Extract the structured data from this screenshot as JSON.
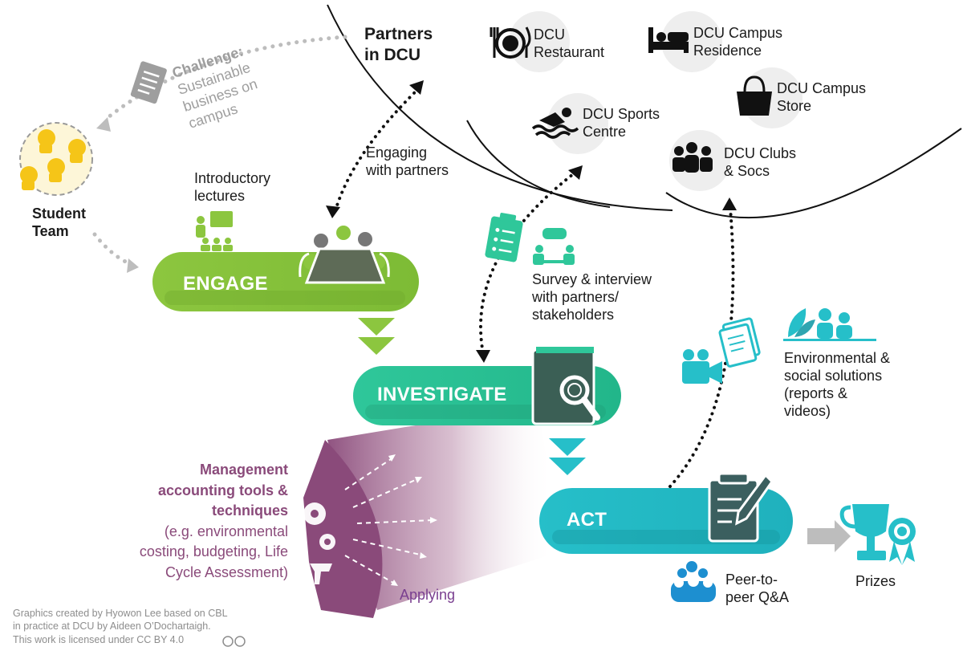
{
  "partners": {
    "title_line1": "Partners",
    "title_line2": "in DCU",
    "items": [
      {
        "line1": "DCU",
        "line2": "Restaurant",
        "icon": "cutlery-icon"
      },
      {
        "line1": "DCU Campus",
        "line2": "Residence",
        "icon": "bed-icon"
      },
      {
        "line1": "DCU Campus",
        "line2": "Store",
        "icon": "shopping-bag-icon"
      },
      {
        "line1": "DCU Sports",
        "line2": "Centre",
        "icon": "swimmer-icon"
      },
      {
        "line1": "DCU Clubs",
        "line2": "& Socs",
        "icon": "people-group-icon"
      }
    ]
  },
  "challenge": {
    "label": "Challenge",
    "colon": ":",
    "line1": "Sustainable",
    "line2": "business on",
    "line3": "campus"
  },
  "student_team": {
    "line1": "Student",
    "line2": "Team"
  },
  "introductory": {
    "line1": "Introductory",
    "line2": "lectures"
  },
  "engaging": {
    "line1": "Engaging",
    "line2": "with partners"
  },
  "survey": {
    "line1": "Survey & interview",
    "line2": "with partners/",
    "line3": "stakeholders"
  },
  "solutions": {
    "line1": "Environmental &",
    "line2": "social solutions",
    "line3": "(reports &",
    "line4": "videos)"
  },
  "stages": {
    "engage": "ENGAGE",
    "investigate": "INVESTIGATE",
    "act": "ACT"
  },
  "management": {
    "line1": "Management",
    "line2": "accounting tools &",
    "line3": "techniques",
    "line4": "(e.g. environmental",
    "line5": "costing, budgeting, Life",
    "line6": "Cycle Assessment)"
  },
  "applying": "Applying",
  "peer": {
    "line1": "Peer-to-",
    "line2": "peer Q&A"
  },
  "prizes": "Prizes",
  "credit": {
    "line1": "Graphics created by Hyowon Lee based on CBL",
    "line2": "in practice at DCU by Aideen O’Dochartaigh.",
    "line3": "This work is licensed under CC BY 4.0"
  },
  "colors": {
    "engage": "#8cc63f",
    "investigate": "#2fc79a",
    "act": "#26bfc9",
    "management": "#8a4a7a",
    "yellow": "#f5c518"
  }
}
